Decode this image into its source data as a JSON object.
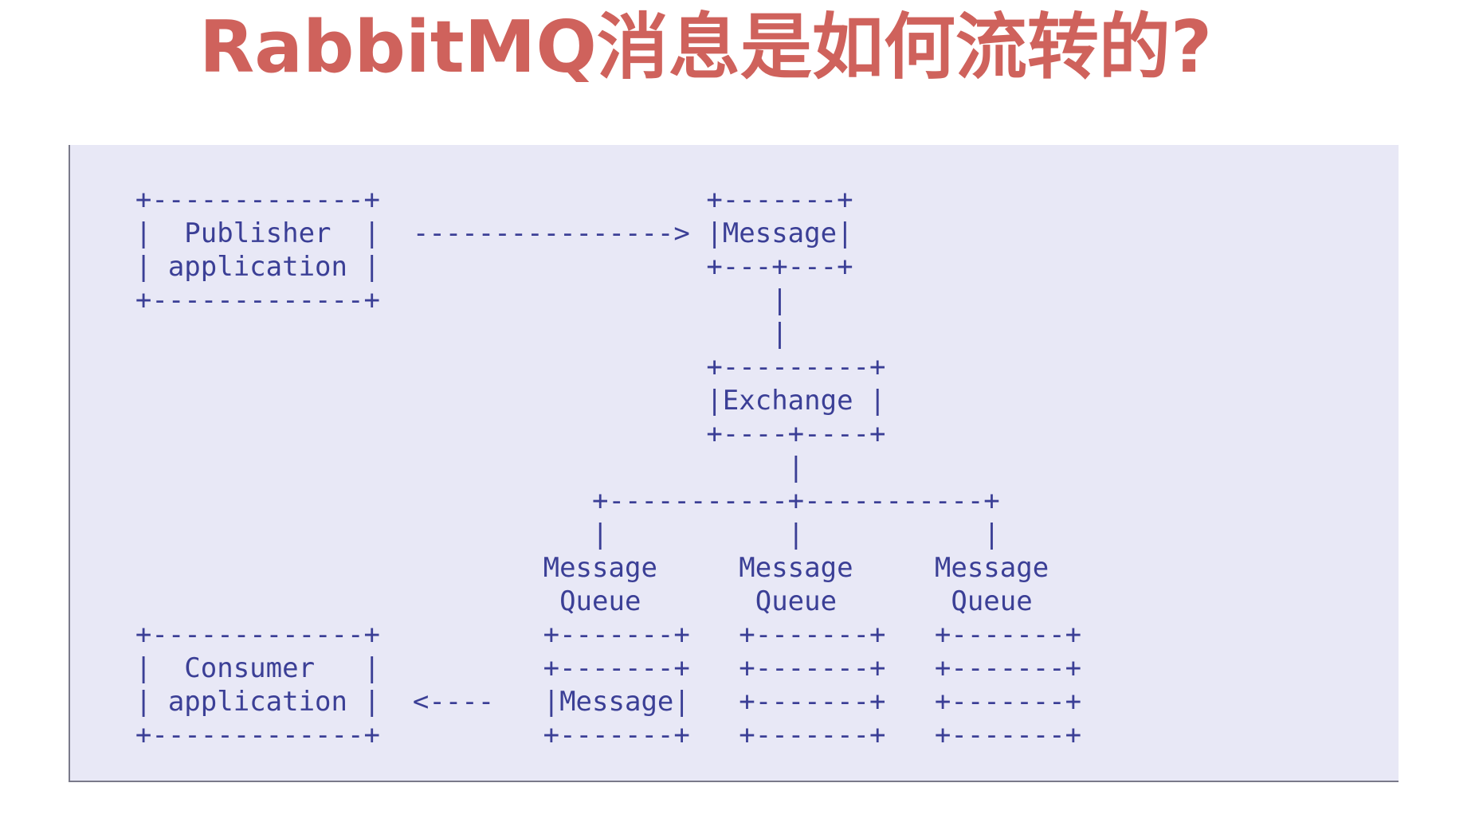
{
  "title": "RabbitMQ消息是如何流转的?",
  "diagram": {
    "ascii_lines": [
      "",
      "    +-------------+                    +-------+",
      "    |  Publisher  |  ----------------> |Message|",
      "    | application |                    +---+---+",
      "    +-------------+                        |",
      "                                           |",
      "                                       +---------+",
      "                                       |Exchange |",
      "                                       +----+----+",
      "                                            |",
      "                                +-----------+-----------+",
      "                                |           |           |",
      "                             Message     Message     Message",
      "                              Queue       Queue       Queue",
      "    +-------------+          +-------+   +-------+   +-------+",
      "    |  Consumer   |          +-------+   +-------+   +-------+",
      "    | application |  <----   |Message|   +-------+   +-------+",
      "    +-------------+          +-------+   +-------+   +-------+"
    ]
  }
}
